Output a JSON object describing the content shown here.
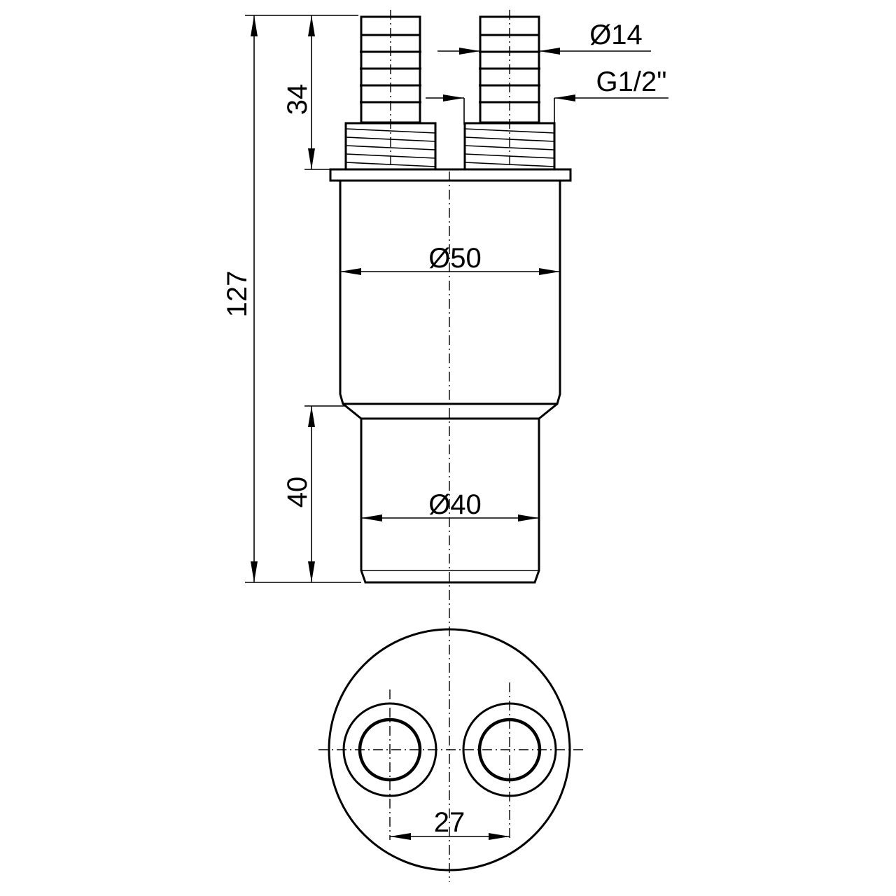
{
  "dimensions": {
    "total_height": "127",
    "barb_height": "34",
    "lower_height": "40",
    "body_diameter": "Ø50",
    "lower_diameter": "Ø40",
    "barb_diameter": "Ø14",
    "thread": "G1/2\"",
    "outlet_spacing": "27"
  },
  "colors": {
    "line": "#000000",
    "background": "#ffffff"
  }
}
